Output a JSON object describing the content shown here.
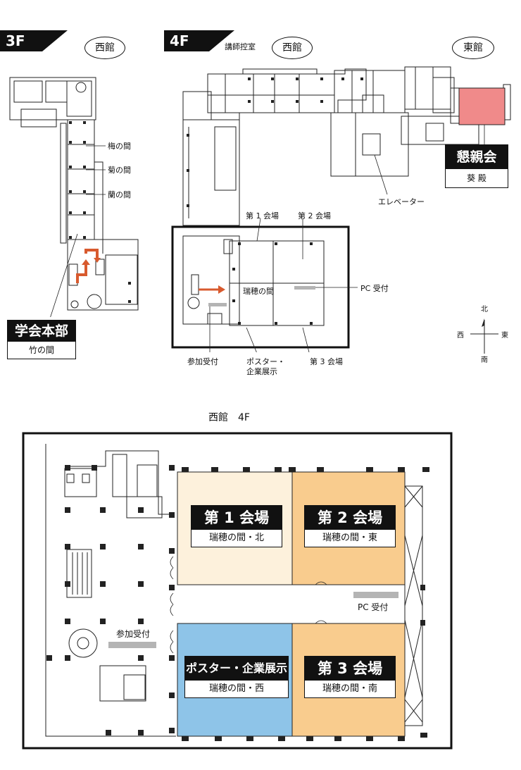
{
  "floors": {
    "f3": "3F",
    "f4": "4F"
  },
  "buildings": {
    "west": "西館",
    "east": "東館"
  },
  "floor3": {
    "rooms": {
      "ume": "梅の間",
      "kiku": "菊の間",
      "ran": "蘭の間"
    },
    "hq": {
      "title": "学会本部",
      "room": "竹の間"
    }
  },
  "floor4": {
    "lecture_room": "講師控室",
    "social": {
      "title": "懇親会",
      "room": "葵 殿"
    },
    "elevator": "エレベーター",
    "venue1": "第 1 会場",
    "venue2": "第 2 会場",
    "venue3": "第 3 会場",
    "hall": "瑞穂の間",
    "pc_desk": "PC 受付",
    "reception": "参加受付",
    "poster_line1": "ポスター・",
    "poster_line2": "企業展示"
  },
  "compass": {
    "north": "北",
    "south": "南",
    "east": "東",
    "west": "西"
  },
  "detail": {
    "caption": "西館　4F",
    "reception": "参加受付",
    "pc_desk": "PC 受付",
    "rooms": [
      {
        "title": "第 1 会場",
        "sub": "瑞穂の間・北"
      },
      {
        "title": "第 2 会場",
        "sub": "瑞穂の間・東"
      },
      {
        "title": "ポスター・企業展示",
        "sub": "瑞穂の間・西"
      },
      {
        "title": "第 3 会場",
        "sub": "瑞穂の間・南"
      }
    ]
  },
  "colors": {
    "room1": "#fdf1dc",
    "room2": "#f9cc8e",
    "poster": "#8ec4e8",
    "room3": "#f9cc8e",
    "social": "#f08a8a",
    "arrow": "#d85a2e",
    "desk": "#b4b4b4"
  }
}
